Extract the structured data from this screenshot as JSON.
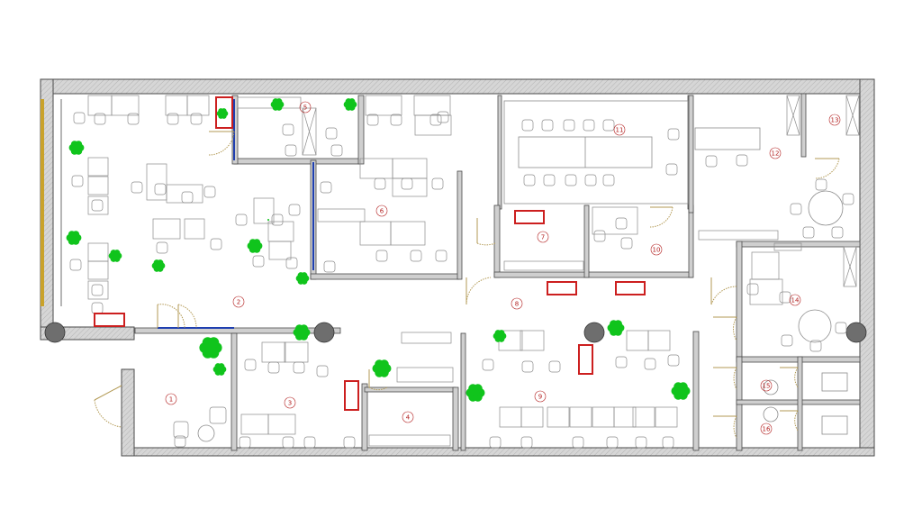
{
  "colors": {
    "wall_fill": "#d6d6d6",
    "wall_stroke": "#4a4a4a",
    "furniture": "#8c8c8c",
    "plant": "#10c41c",
    "marker": "#cc1f1f",
    "room_number": "#b21e1e",
    "column": "#6e6e6e",
    "door": "#b39a55",
    "window": "#c9a22a",
    "glass_partition": "#1f3fb0"
  },
  "icons": {
    "plant": "plant-icon",
    "column": "column-icon",
    "marker": "red-marker-icon",
    "door": "door-swing-icon",
    "chair": "chair-icon",
    "desk": "desk-icon"
  },
  "rooms": [
    {
      "number": "1",
      "name": "room-1"
    },
    {
      "number": "2",
      "name": "room-2"
    },
    {
      "number": "3",
      "name": "room-3"
    },
    {
      "number": "4",
      "name": "room-4"
    },
    {
      "number": "5",
      "name": "room-5"
    },
    {
      "number": "6",
      "name": "room-6"
    },
    {
      "number": "7",
      "name": "room-7"
    },
    {
      "number": "8",
      "name": "room-8"
    },
    {
      "number": "9",
      "name": "room-9"
    },
    {
      "number": "10",
      "name": "room-10"
    },
    {
      "number": "11",
      "name": "room-11"
    },
    {
      "number": "12",
      "name": "room-12"
    },
    {
      "number": "13",
      "name": "room-13"
    },
    {
      "number": "14",
      "name": "room-14"
    },
    {
      "number": "15",
      "name": "room-15"
    },
    {
      "number": "16",
      "name": "room-16"
    }
  ]
}
